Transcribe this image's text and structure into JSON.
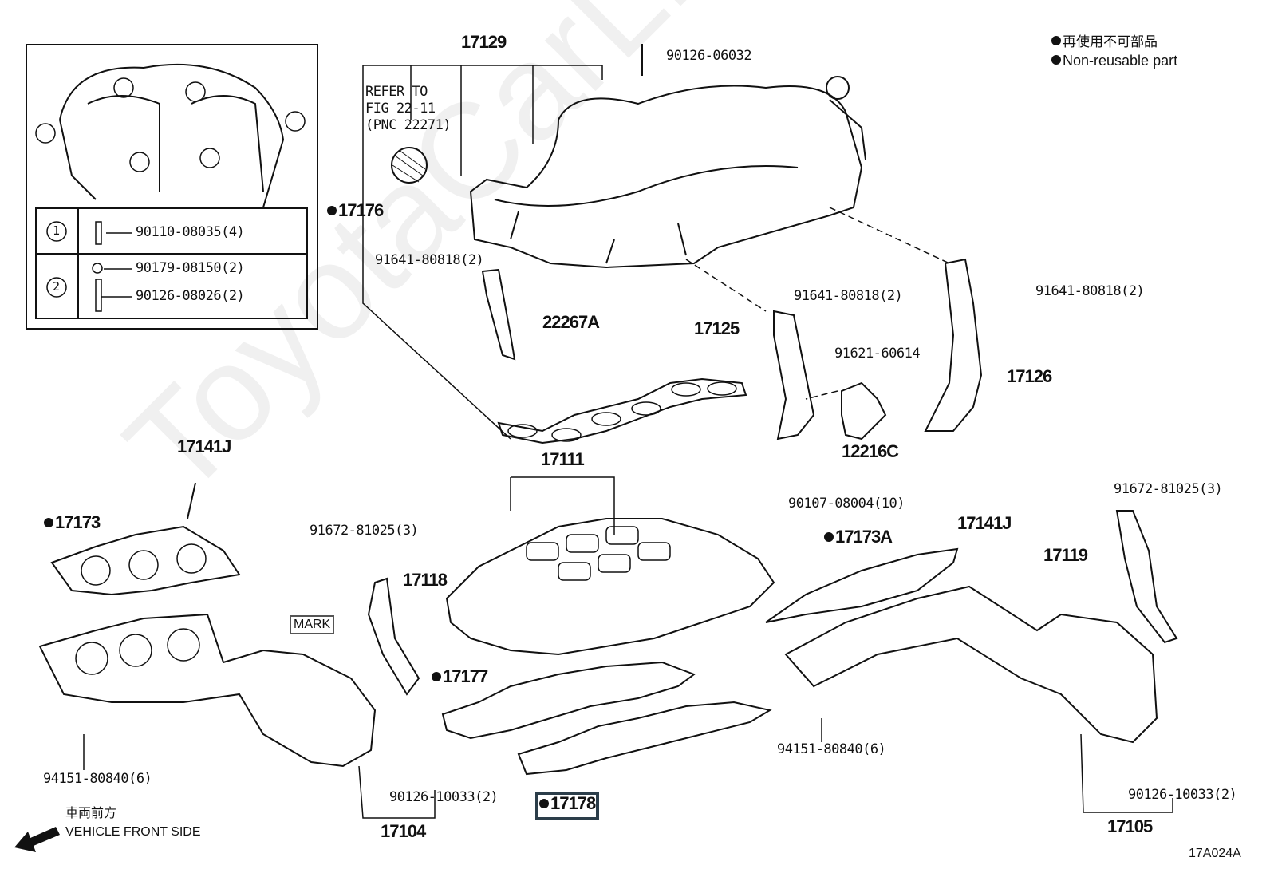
{
  "watermark": "ToyotaCarLine.ru",
  "legend": {
    "line_ja": "再使用不可部品",
    "line_en": "Non-reusable part"
  },
  "inset": {
    "circle_1": "1",
    "circle_2": "2",
    "row1_part": "90110-08035(4)",
    "row2_part_a": "90179-08150(2)",
    "row2_part_b": "90126-08026(2)"
  },
  "refer": {
    "line1": "REFER TO",
    "line2": "FIG 22-11",
    "line3": "(PNC 22271)"
  },
  "labels": {
    "p17129": "17129",
    "p90126_06032": "90126-06032",
    "p17176": "17176",
    "p91641_a": "91641-80818(2)",
    "p22267A": "22267A",
    "p17125": "17125",
    "p91641_b": "91641-80818(2)",
    "p91621": "91621-60614",
    "p17126": "17126",
    "p91641_c": "91641-80818(2)",
    "p12216C": "12216C",
    "p17111": "17111",
    "p90107": "90107-08004(10)",
    "p91672_a": "91672-81025(3)",
    "p17118": "17118",
    "p17173A": "17173A",
    "p17141J_r": "17141J",
    "p91672_b": "91672-81025(3)",
    "p17119": "17119",
    "p17141J_l": "17141J",
    "p17173": "17173",
    "mark": "MARK",
    "p17177": "17177",
    "p94151_r": "94151-80840(6)",
    "p94151_l": "94151-80840(6)",
    "p90126_10033_l": "90126-10033(2)",
    "p17178": "17178",
    "p17104": "17104",
    "p90126_10033_r": "90126-10033(2)",
    "p17105": "17105"
  },
  "front": {
    "ja": "車両前方",
    "en": "VEHICLE FRONT SIDE"
  },
  "figure_id": "17A024A",
  "highlight_color": "#2c3e4a"
}
